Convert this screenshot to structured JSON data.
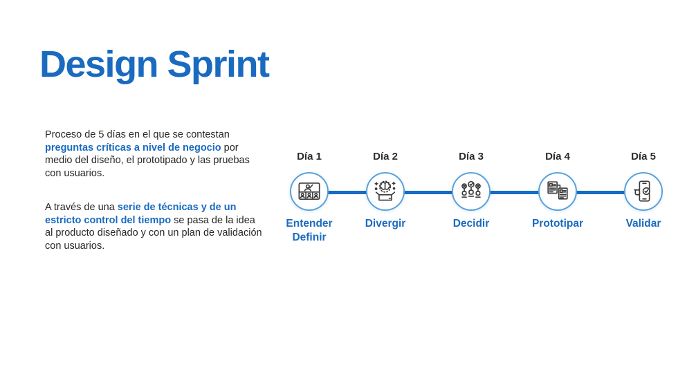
{
  "slide": {
    "title": "Design Sprint",
    "intro": {
      "p1": {
        "pre": "Proceso de 5 días en el que se contestan ",
        "highlight": "preguntas críticas a nivel de negocio",
        "post": " por medio del diseño, el prototipado y las pruebas con usuarios."
      },
      "p2": {
        "pre": "A través de una ",
        "highlight": "serie de técnicas y de un estricto control del tiempo",
        "post": " se pasa de la idea al producto diseñado y con un plan de validación con usuarios."
      }
    },
    "timeline": {
      "stages": [
        {
          "day": "Día 1",
          "label": "Entender",
          "label2": "Definir",
          "icon": "video-meeting-icon"
        },
        {
          "day": "Día 2",
          "label": "Divergir",
          "label2": "",
          "icon": "idea-outside-box-icon"
        },
        {
          "day": "Día 3",
          "label": "Decidir",
          "label2": "",
          "icon": "voting-hands-icon"
        },
        {
          "day": "Día 4",
          "label": "Prototipar",
          "label2": "",
          "icon": "wireframe-screens-icon"
        },
        {
          "day": "Día 5",
          "label": "Validar",
          "label2": "",
          "icon": "phone-check-icon"
        }
      ]
    },
    "colors": {
      "accent_blue": "#1a6bbf",
      "line_blue": "#176bc4",
      "circle_border": "#58a1db",
      "text_dark": "#2d2d2d"
    }
  }
}
